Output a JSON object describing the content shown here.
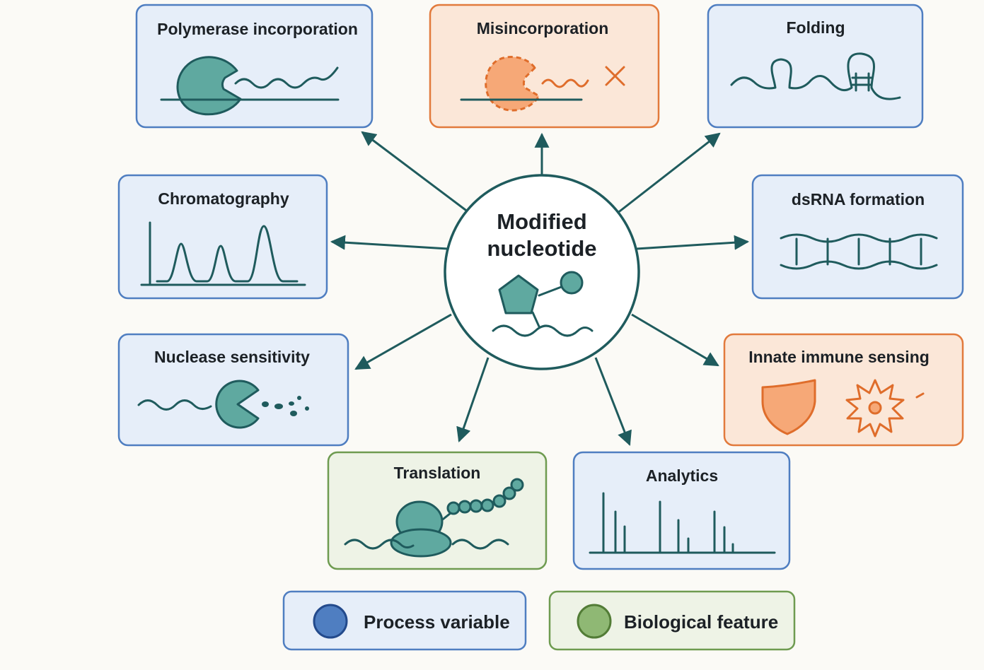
{
  "colors": {
    "process_fill": "#e6eef9",
    "process_stroke": "#4f7ec1",
    "bio_fill": "#eef3e6",
    "bio_stroke": "#6e9b50",
    "warn_fill": "#fbe7d8",
    "warn_stroke": "#e27a3c",
    "teal": "#5fa9a0",
    "teal_dark": "#1f5b5d"
  },
  "center": {
    "title_line1": "Modified",
    "title_line2": "nucleotide",
    "icon": "pentagon-nucleotide-icon"
  },
  "cards": [
    {
      "id": "polymerase",
      "label": "Polymerase incorporation",
      "category": "process",
      "icon": "polymerase-icon"
    },
    {
      "id": "misincorporation",
      "label": "Misincorporation",
      "category": "warning",
      "icon": "misincorporation-icon"
    },
    {
      "id": "folding",
      "label": "Folding",
      "category": "process",
      "icon": "rna-hairpin-icon"
    },
    {
      "id": "chromatography",
      "label": "Chromatography",
      "category": "process",
      "icon": "chromatogram-icon"
    },
    {
      "id": "dsrna",
      "label": "dsRNA formation",
      "category": "process",
      "icon": "double-strand-icon"
    },
    {
      "id": "nuclease",
      "label": "Nuclease sensitivity",
      "category": "process",
      "icon": "nuclease-icon"
    },
    {
      "id": "immune",
      "label": "Innate immune sensing",
      "category": "warning",
      "icon": "shield-icon"
    },
    {
      "id": "translation",
      "label": "Translation",
      "category": "biological",
      "icon": "ribosome-icon"
    },
    {
      "id": "analytics",
      "label": "Analytics",
      "category": "process",
      "icon": "mass-spectrum-icon"
    }
  ],
  "legend": [
    {
      "label": "Process variable",
      "color": "#4f7ec1"
    },
    {
      "label": "Biological feature",
      "color": "#6e9b50"
    }
  ]
}
